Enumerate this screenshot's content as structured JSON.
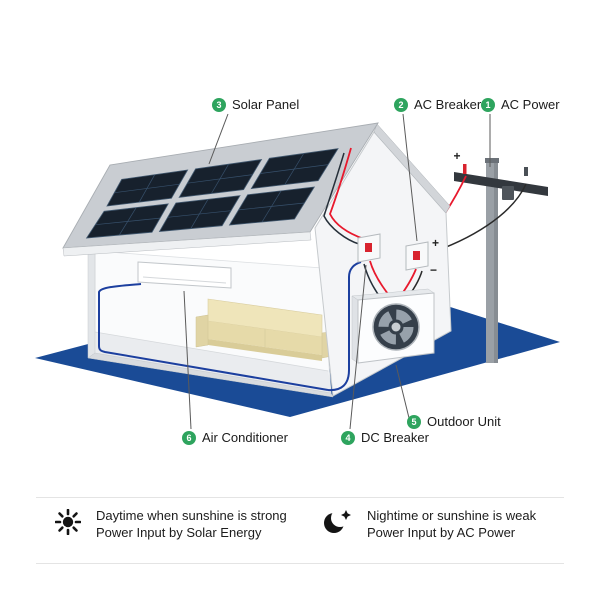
{
  "diagram": {
    "labels": [
      {
        "num": "1",
        "text": "AC Power"
      },
      {
        "num": "2",
        "text": "AC Breaker"
      },
      {
        "num": "3",
        "text": "Solar Panel"
      },
      {
        "num": "4",
        "text": "DC Breaker"
      },
      {
        "num": "5",
        "text": "Outdoor Unit"
      },
      {
        "num": "6",
        "text": "Air Conditioner"
      }
    ],
    "marks": {
      "pole_plus": "+",
      "breaker_plus": "+",
      "breaker_minus": "−"
    },
    "colors": {
      "badge_green": "#2ea45e",
      "wire_red": "#e8192d",
      "wire_blue": "#1c3f9f",
      "wire_black": "#2a2a2a",
      "ground_blue": "#1a4b96",
      "solar_panel_dark": "#17212d"
    }
  },
  "legend": {
    "daytime": {
      "icon": "sun",
      "line1": "Daytime when sunshine is strong",
      "line2": "Power Input by Solar Energy"
    },
    "nighttime": {
      "icon": "moon",
      "line1": "Nightime or sunshine is weak",
      "line2": "Power Input by AC Power"
    }
  }
}
